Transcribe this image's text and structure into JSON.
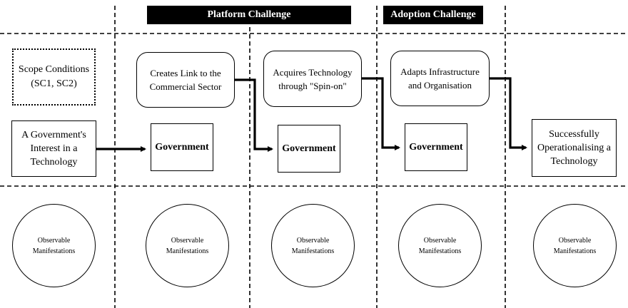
{
  "headers": {
    "platform": "Platform Challenge",
    "adoption": "Adoption Challenge"
  },
  "nodes": {
    "scope": "Scope Conditions\n(SC1, SC2)",
    "interest": "A Government's\nInterest in a\nTechnology",
    "create_link": "Creates Link to the\nCommercial Sector",
    "acquire": "Acquires Technology\nthrough \"Spin-on\"",
    "adapt": "Adapts Infrastructure\nand Organisation",
    "government": "Government",
    "outcome": "Successfully\nOperationalising a\nTechnology"
  },
  "observable": "Observable\nManifestations"
}
